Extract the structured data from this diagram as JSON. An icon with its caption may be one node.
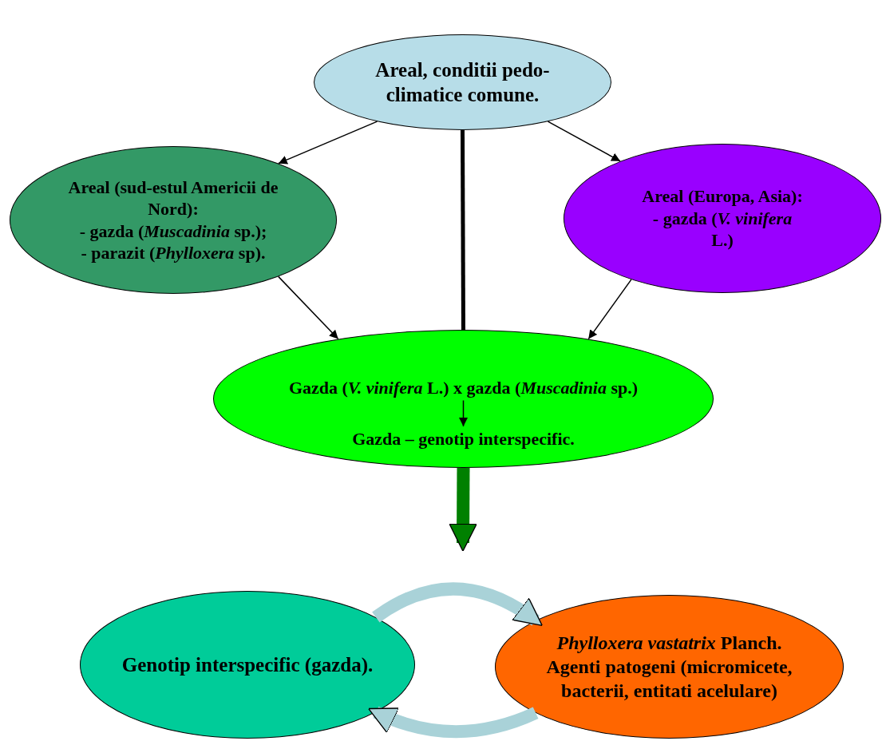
{
  "diagram": {
    "nodes": [
      {
        "text": [
          "Areal, conditii pedo-climatice comune."
        ]
      },
      {
        "text": [
          "Areal (sud-estul Americii de Nord):",
          "- gazda (*Muscadinia* sp.);",
          "- parazit (*Phylloxera* sp)."
        ]
      },
      {
        "text": [
          "Areal (Europa, Asia):",
          "- gazda (*V. vinifera* L.)"
        ]
      },
      {
        "text": [],
        "shape": "ellipse"
      },
      {
        "text": [
          "Gazda (*V. vinifera* L.) x gazda (*Muscadinia* sp.)"
        ],
        "in": 3
      },
      {
        "text": [
          "Gazda – genotip interspecific."
        ],
        "in": 3
      },
      {
        "text": [
          "Genotip interspecific (gazda)."
        ]
      },
      {
        "text": [
          "*Phylloxera vastatrix* Planch.",
          "Agenti patogeni (micromicete, bacterii, entitati acelulare)"
        ]
      }
    ],
    "edges": [
      {
        "from": 0,
        "to": 1,
        "arrow": "to"
      },
      {
        "from": 0,
        "to": 2,
        "arrow": "to"
      },
      {
        "from": 1,
        "to": 3,
        "arrow": "to"
      },
      {
        "from": 2,
        "to": 3,
        "arrow": "to"
      },
      {
        "from": 0,
        "to": 3,
        "arrow": "none",
        "style": "thick"
      },
      {
        "from": 4,
        "to": 5,
        "arrow": "to"
      },
      {
        "from": 3,
        "to": null,
        "arrow": "to",
        "style": "thick",
        "color": "#008000"
      },
      {
        "from": 6,
        "to": 7,
        "arrow": "to",
        "style": "thick",
        "color": "#a9d2d8"
      },
      {
        "from": 7,
        "to": 6,
        "arrow": "to",
        "style": "thick",
        "color": "#a9d2d8"
      }
    ]
  }
}
